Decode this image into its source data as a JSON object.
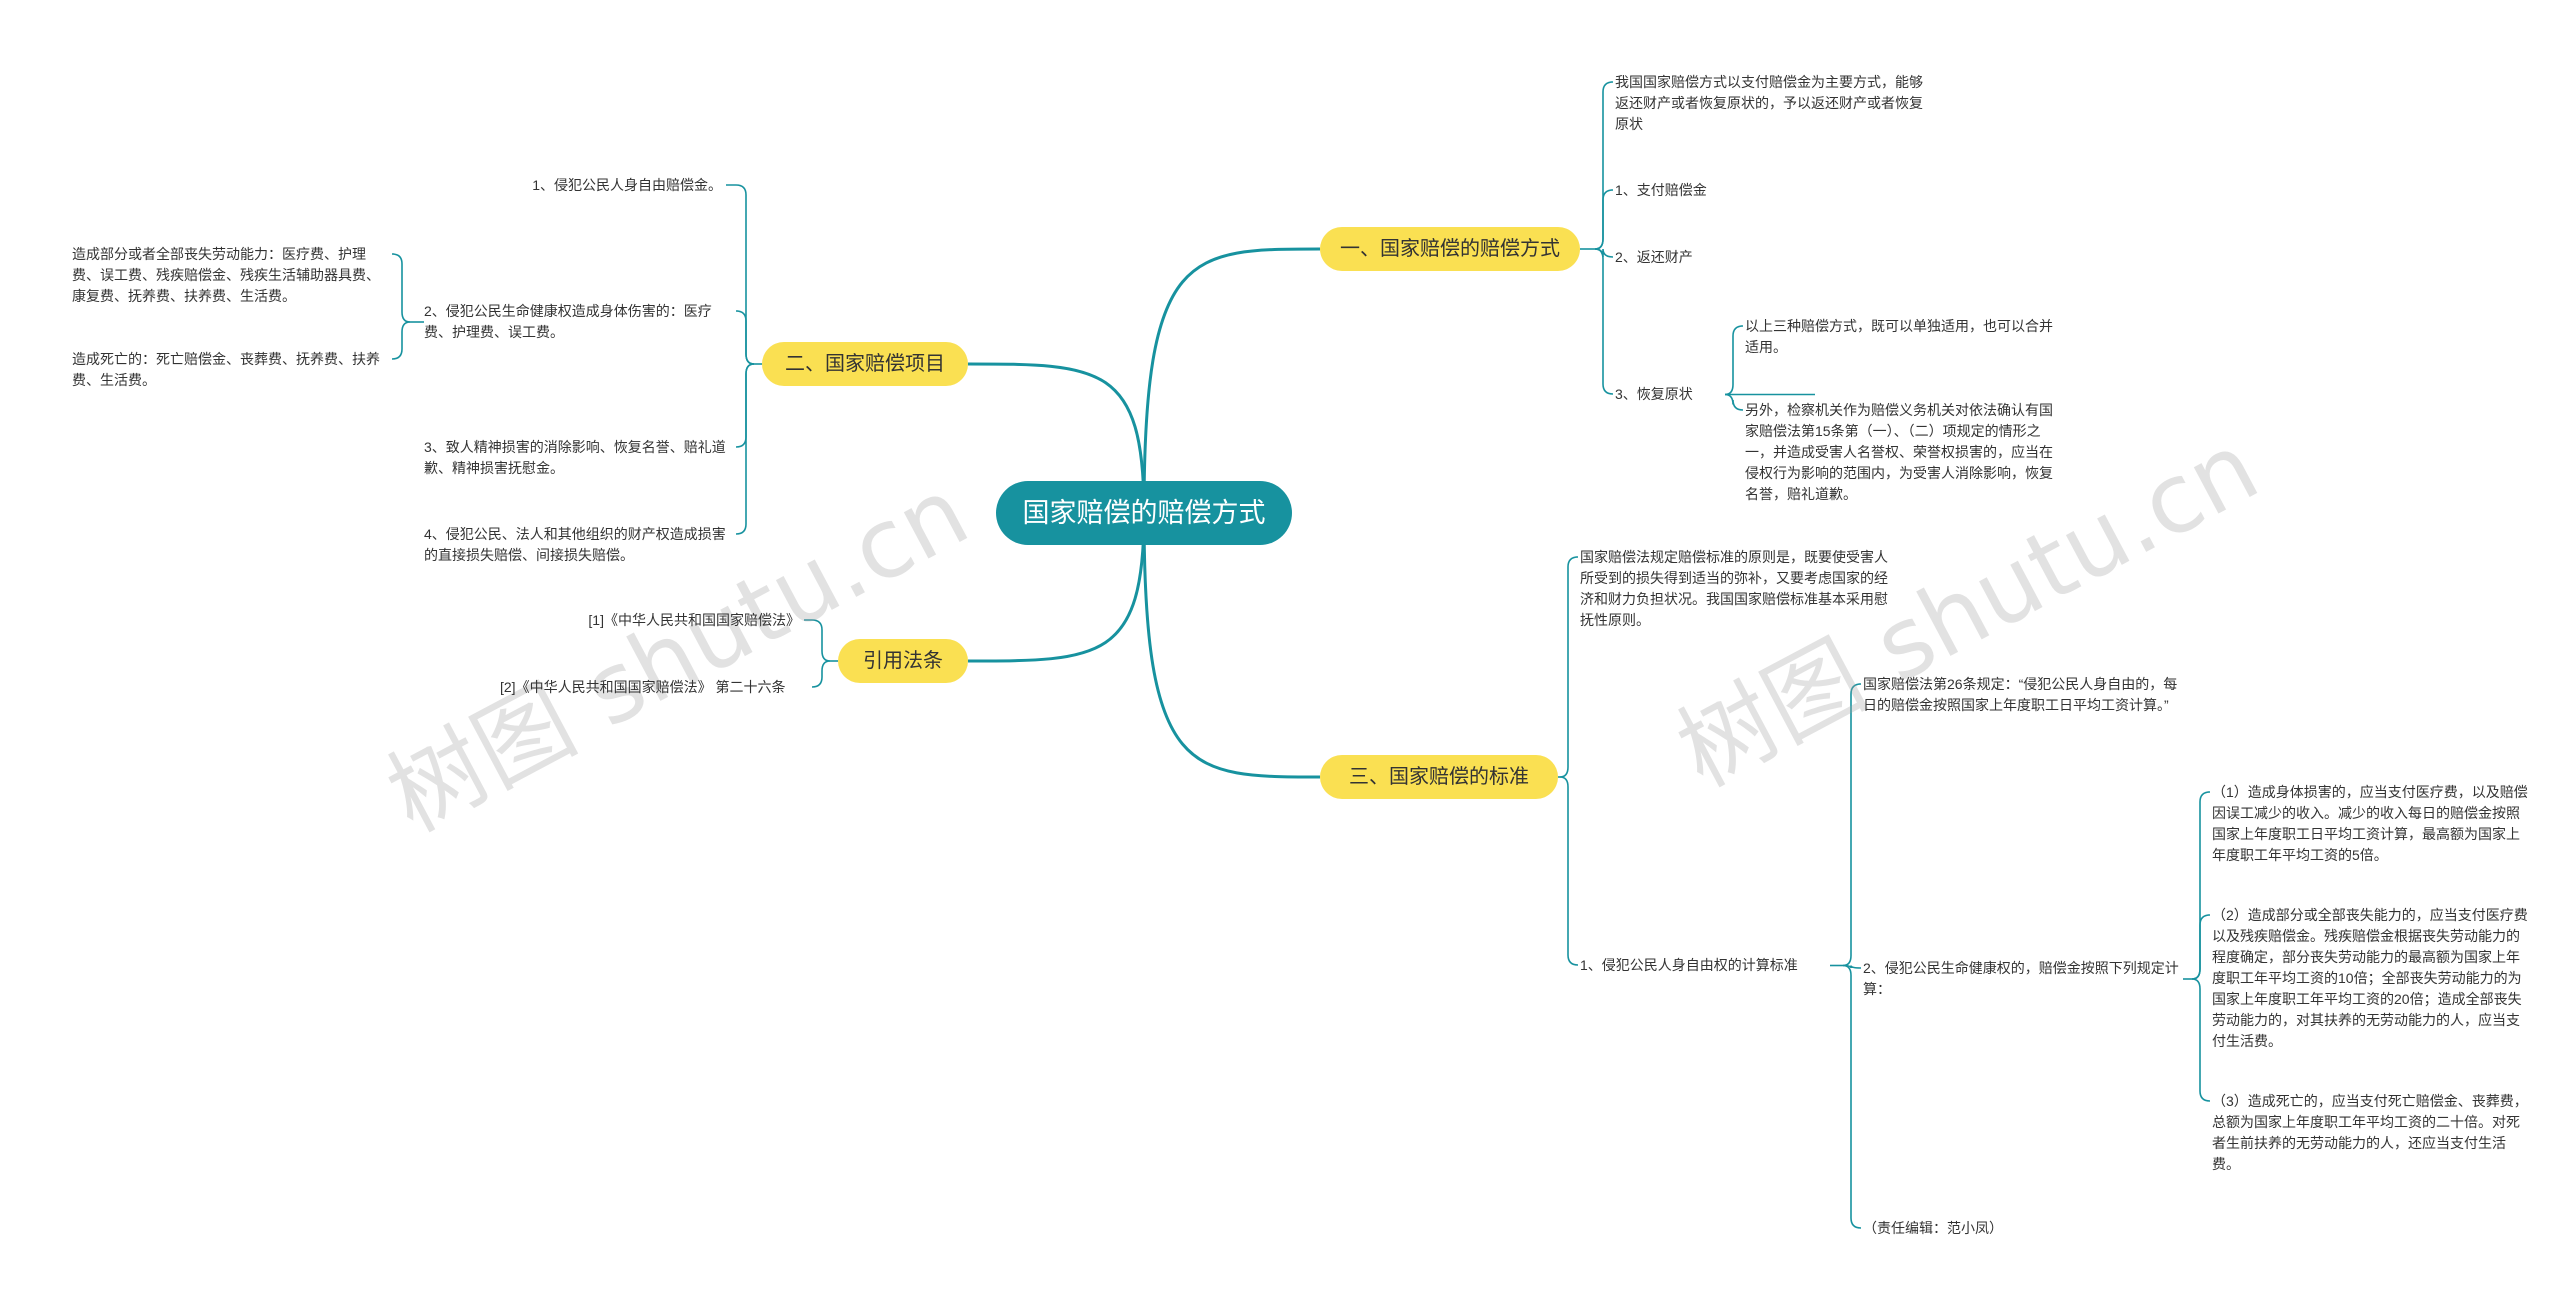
{
  "root": {
    "label": "国家赔偿的赔偿方式"
  },
  "colors": {
    "root_bg": "#17929f",
    "branch_bg": "#fae052",
    "line": "#17929f"
  },
  "branches": {
    "b1": {
      "label": "一、国家赔偿的赔偿方式",
      "intro": "我国国家赔偿方式以支付赔偿金为主要方式，能够返还财产或者恢复原状的，予以返还财产或者恢复原状",
      "item1": "1、支付赔偿金",
      "item2": "2、返还财产",
      "item3": "3、恢复原状",
      "item3_sub1": "以上三种赔偿方式，既可以单独适用，也可以合并适用。",
      "item3_sub2": "另外，检察机关作为赔偿义务机关对依法确认有国家赔偿法第15条第（一）、（二）项规定的情形之一，并造成受害人名誉权、荣誉权损害的，应当在侵权行为影响的范围内，为受害人消除影响，恢复名誉，赔礼道歉。"
    },
    "b2": {
      "label": "二、国家赔偿项目",
      "item1": "1、侵犯公民人身自由赔偿金。",
      "item2": "2、侵犯公民生命健康权造成身体伤害的：医疗费、护理费、误工费。",
      "item2_sub1": "造成部分或者全部丧失劳动能力：医疗费、护理费、误工费、残疾赔偿金、残疾生活辅助器具费、康复费、抚养费、扶养费、生活费。",
      "item2_sub2": "造成死亡的：死亡赔偿金、丧葬费、抚养费、扶养费、生活费。",
      "item3": "3、致人精神损害的消除影响、恢复名誉、赔礼道歉、精神损害抚慰金。",
      "item4": "4、侵犯公民、法人和其他组织的财产权造成损害的直接损失赔偿、间接损失赔偿。"
    },
    "b3": {
      "label": "引用法条",
      "ref1": "[1]《中华人民共和国国家赔偿法》",
      "ref2": "[2]《中华人民共和国国家赔偿法》 第二十六条"
    },
    "b4": {
      "label": "三、国家赔偿的标准",
      "intro": "国家赔偿法规定赔偿标准的原则是，既要使受害人所受到的损失得到适当的弥补，又要考虑国家的经济和财力负担状况。我国国家赔偿标准基本采用慰抚性原则。",
      "item1": "1、侵犯公民人身自由权的计算标准",
      "item1_sub1": "国家赔偿法第26条规定：“侵犯公民人身自由的，每日的赔偿金按照国家上年度职工日平均工资计算。”",
      "item1_sub2": "2、侵犯公民生命健康权的，赔偿金按照下列规定计算：",
      "item1_sub2_a": "（1）造成身体损害的，应当支付医疗费，以及赔偿因误工减少的收入。减少的收入每日的赔偿金按照国家上年度职工日平均工资计算，最高额为国家上年度职工年平均工资的5倍。",
      "item1_sub2_b": "（2）造成部分或全部丧失能力的，应当支付医疗费以及残疾赔偿金。残疾赔偿金根据丧失劳动能力的程度确定，部分丧失劳动能力的最高额为国家上年度职工年平均工资的10倍；全部丧失劳动能力的为国家上年度职工年平均工资的20倍；造成全部丧失劳动能力的，对其扶养的无劳动能力的人，应当支付生活费。",
      "item1_sub2_c": "（3）造成死亡的，应当支付死亡赔偿金、丧葬费，总额为国家上年度职工年平均工资的二十倍。对死者生前扶养的无劳动能力的人，还应当支付生活费。",
      "item1_sub3": "（责任编辑：范小凤）"
    }
  },
  "watermark": {
    "text": "树图 shutu.cn"
  }
}
